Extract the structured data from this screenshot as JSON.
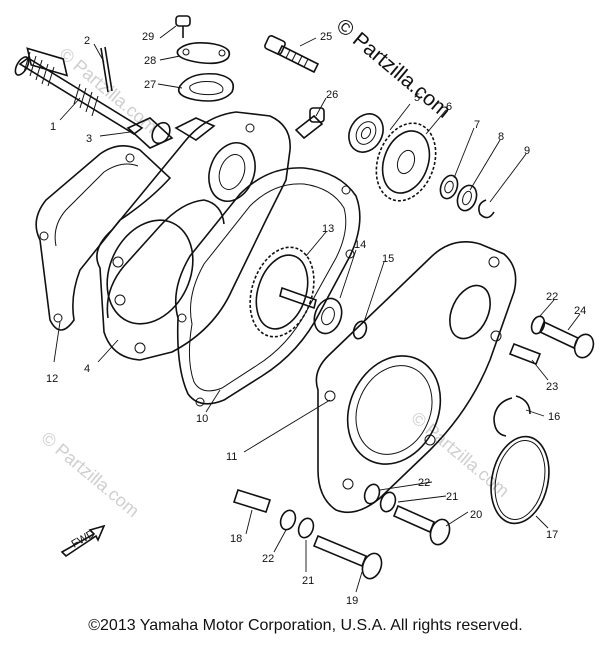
{
  "watermark": {
    "main": "© Partzilla.com",
    "faint": [
      "© Partzilla.com",
      "© Partzilla.com",
      "© Partzilla.com"
    ]
  },
  "fwd_mark": "FWD",
  "callouts": {
    "p1": "1",
    "p2": "2",
    "p3": "3",
    "p4": "4",
    "p5": "5",
    "p6": "6",
    "p7": "7",
    "p8": "8",
    "p9": "9",
    "p10": "10",
    "p11": "11",
    "p12": "12",
    "p13": "13",
    "p14": "14",
    "p15": "15",
    "p16": "16",
    "p17": "17",
    "p18": "18",
    "p19": "19",
    "p20": "20",
    "p21a": "21",
    "p21b": "21",
    "p22a": "22",
    "p22b": "22",
    "p22c": "22",
    "p23": "23",
    "p24": "24",
    "p25": "25",
    "p26": "26",
    "p27": "27",
    "p28": "28",
    "p29": "29"
  },
  "footer": {
    "copyright": "©2013  Yamaha Motor Corporation, U.S.A. All rights reserved."
  }
}
